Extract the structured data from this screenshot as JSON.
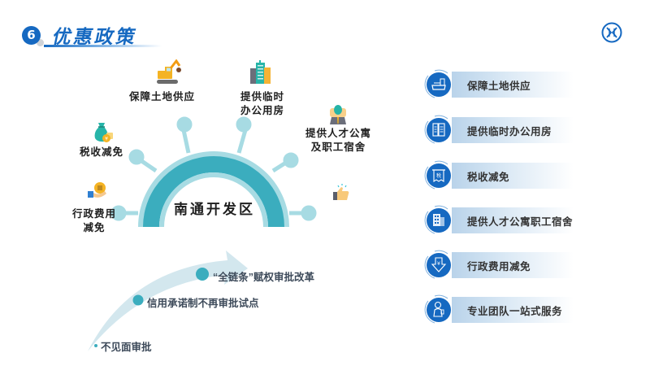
{
  "header": {
    "section_number": "6",
    "title": "优惠政策",
    "logo_icon": "circular-monogram-logo"
  },
  "colors": {
    "brand_blue": "#1669c1",
    "teal_dark": "#3badbe",
    "teal_light": "#a7dbe3",
    "arrow_fill": "#d3e7ee",
    "text_dark": "#333333"
  },
  "diagram": {
    "center_label": "南通开发区",
    "spokes": [
      {
        "label_lines": [
          "行政费用",
          "减免"
        ],
        "icon": "hand-coin-icon"
      },
      {
        "label_lines": [
          "税收减免"
        ],
        "icon": "money-bag-icon"
      },
      {
        "label_lines": [
          "保障土地供应"
        ],
        "icon": "excavator-icon"
      },
      {
        "label_lines": [
          "提供临时",
          "办公用房"
        ],
        "icon": "office-buildings-icon"
      },
      {
        "label_lines": [
          "提供人才公寓",
          "及职工宿舍"
        ],
        "icon": "person-icon"
      },
      {
        "label_lines": [
          ""
        ],
        "icon": "thumbs-up-icon"
      }
    ]
  },
  "reform_arrow": {
    "steps": [
      {
        "label": "不见面审批"
      },
      {
        "label": "信用承诺制不再审批试点"
      },
      {
        "label": "“全链条”赋权审批改革"
      }
    ]
  },
  "policy_list": {
    "items": [
      {
        "label": "保障土地供应",
        "icon": "land-plot-icon"
      },
      {
        "label": "提供临时办公用房",
        "icon": "office-building-icon"
      },
      {
        "label": "税收减免",
        "icon": "tax-receipt-icon"
      },
      {
        "label": "提供人才公寓职工宿舍",
        "icon": "apartment-icon"
      },
      {
        "label": "行政费用减免",
        "icon": "yuan-down-arrow-icon"
      },
      {
        "label": "专业团队一站式服务",
        "icon": "service-agent-icon"
      }
    ]
  }
}
